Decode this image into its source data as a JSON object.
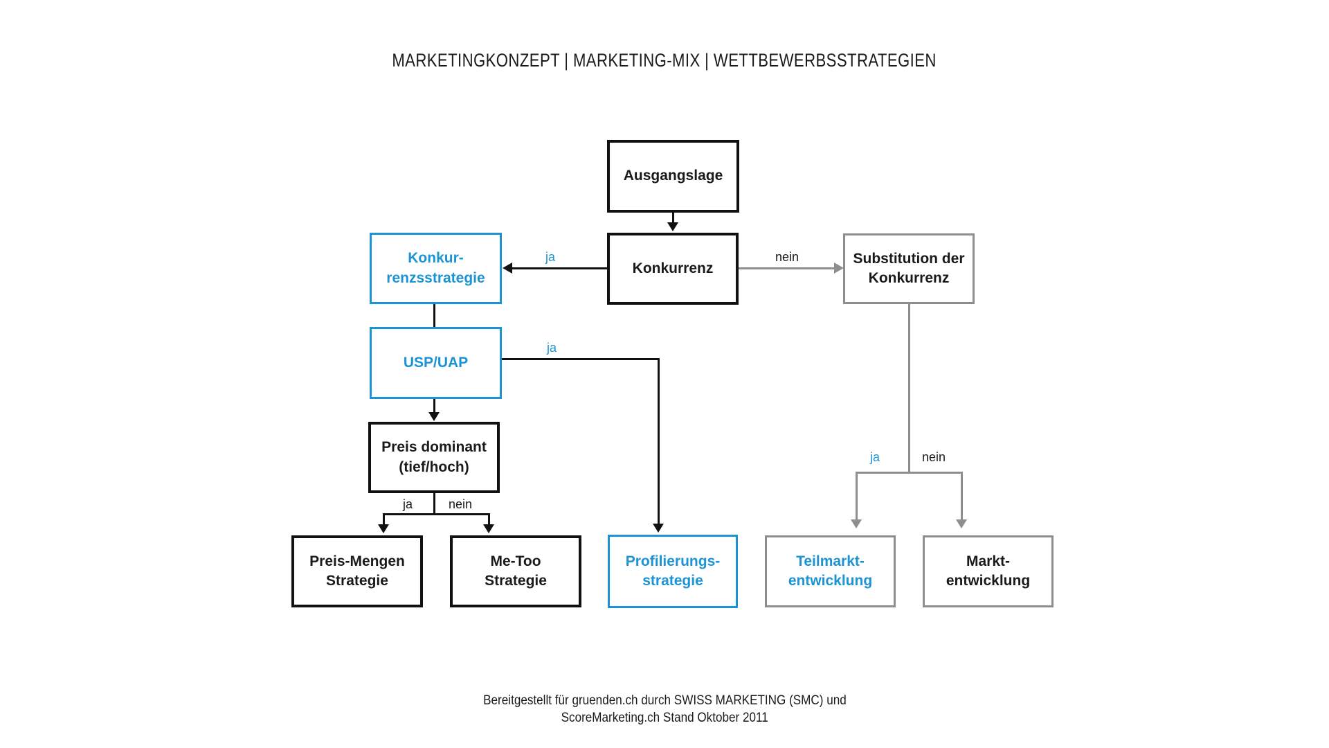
{
  "title": "MARKETINGKONZEPT | MARKETING-MIX | WETTBEWERBSSTRATEGIEN",
  "colors": {
    "blue": "#1b93d4",
    "gray": "#8e8e8e",
    "line_black": "#111111",
    "text": "#1a1a1a",
    "background": "#ffffff"
  },
  "nodes": {
    "ausgangslage": {
      "label": "Ausgangslage"
    },
    "konkurrenz": {
      "label": "Konkurrenz"
    },
    "konkurrenzstrategie": {
      "label": "Konkur-\nrenzsstrategie"
    },
    "substitution": {
      "label": "Substitution der\nKonkurrenz"
    },
    "usp_uap": {
      "label": "USP/UAP"
    },
    "preis_dominant": {
      "label": "Preis dominant\n(tief/hoch)"
    },
    "preis_mengen": {
      "label": "Preis-Mengen\nStrategie"
    },
    "me_too": {
      "label": "Me-Too\nStrategie"
    },
    "profilierung": {
      "label": "Profilierungs-\nstrategie"
    },
    "teilmarkt": {
      "label": "Teilmarkt-\nentwicklung"
    },
    "markt": {
      "label": "Markt-\nentwicklung"
    }
  },
  "edge_labels": {
    "ja_konkurrenzstrategie": "ja",
    "nein_substitution": "nein",
    "ja_profilierung": "ja",
    "ja_preis_mengen": "ja",
    "nein_me_too": "nein",
    "ja_teilmarkt": "ja",
    "nein_markt": "nein"
  },
  "footer": {
    "line1": "Bereitgestellt für gruenden.ch durch SWISS MARKETING (SMC) und",
    "line2": "ScoreMarketing.ch Stand Oktober 2011"
  }
}
